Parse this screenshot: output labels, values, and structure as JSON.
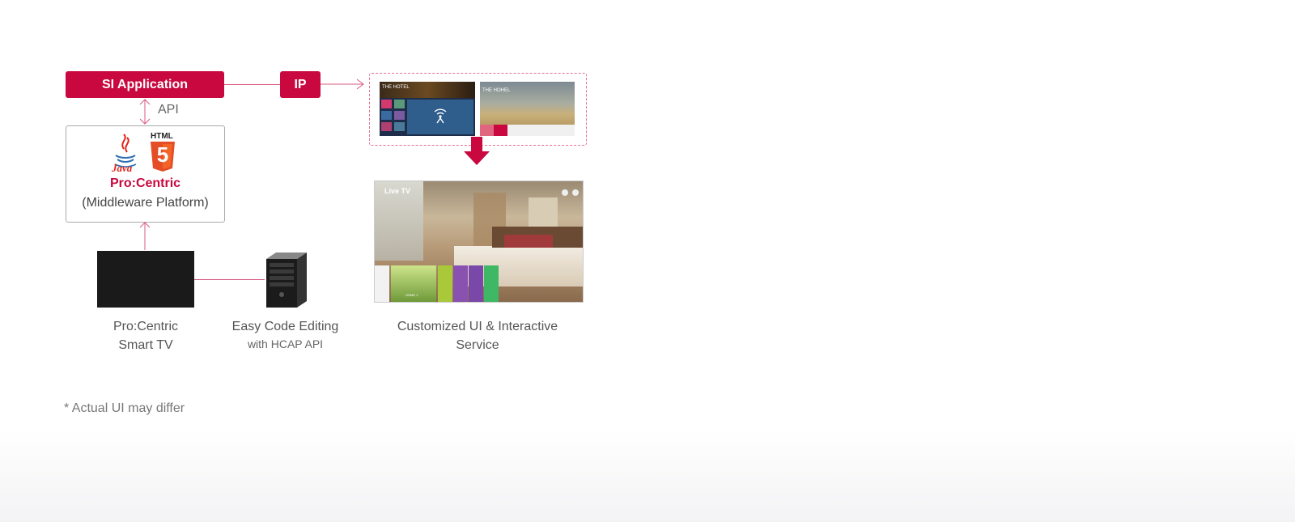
{
  "si_application": "SI Application",
  "ip": "IP",
  "api": "API",
  "middleware": {
    "java_text": "Java",
    "html_text": "HTML",
    "html_number": "5",
    "brand": "Pro:Centric",
    "subtitle": "(Middleware Platform)"
  },
  "smart_tv": {
    "line1": "Pro:Centric",
    "line2": "Smart TV"
  },
  "code_editing": {
    "line1": "Easy Code Editing",
    "line2": "with HCAP API"
  },
  "customized": {
    "line1": "Customized UI & Interactive",
    "line2": "Service"
  },
  "screens": {
    "screen1_title": "THE HOTEL",
    "screen2_title": "THE HOHEL",
    "live_tv": "Live TV",
    "home_label": "HOME 1"
  },
  "disclaimer": "* Actual UI may differ",
  "colors": {
    "accent": "#c8083f",
    "line": "#d85a7f",
    "text": "#555555"
  }
}
